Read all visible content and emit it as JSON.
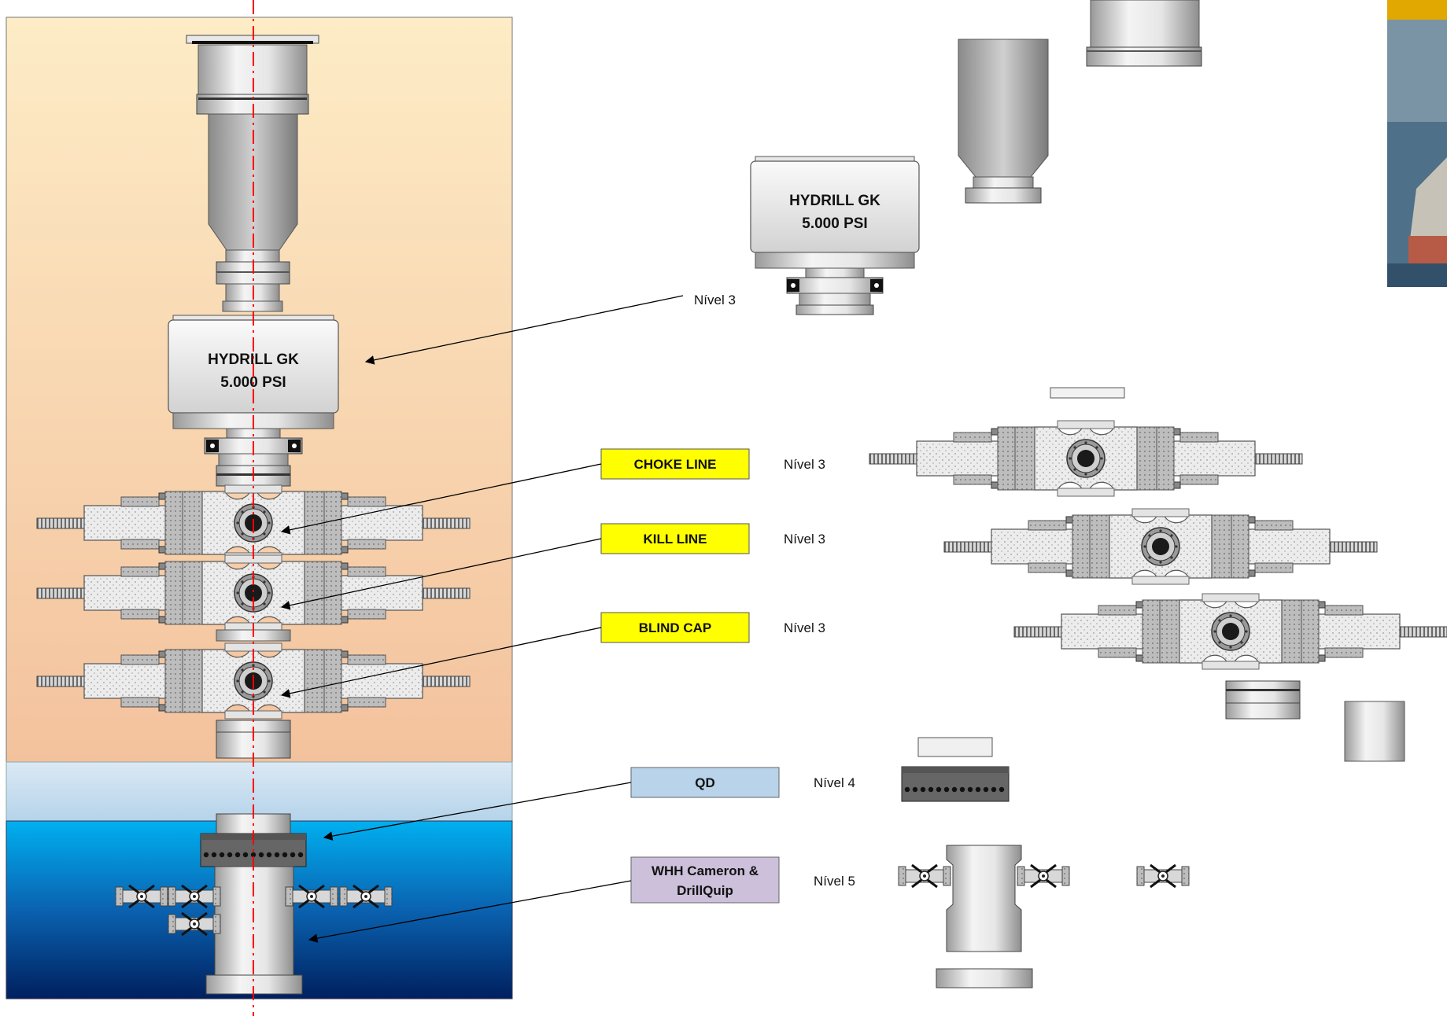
{
  "bop": {
    "annular_line1": "HYDRILL GK",
    "annular_line2": "5.000 PSI"
  },
  "callouts": {
    "choke_line": "CHOKE LINE",
    "kill_line": "KILL LINE",
    "blind_cap": "BLIND CAP",
    "qd": "QD",
    "whh_line1": "WHH Cameron &",
    "whh_line2": "DrillQuip"
  },
  "levels": {
    "annular": "Nível 3",
    "choke": "Nível 3",
    "kill": "Nível 3",
    "blind": "Nível 3",
    "qd": "Nível 4",
    "whh": "Nível 5"
  },
  "exploded": {
    "annular_line1": "HYDRILL GK",
    "annular_line2": "5.000 PSI"
  },
  "colors": {
    "stack_bg_top": "#fdebc4",
    "stack_bg_bottom": "#f4c4a0",
    "sky": "#c6dff0",
    "sea_top": "#00b0f0",
    "sea_bottom": "#002060",
    "yellow_callout": "#ffff00",
    "blue_callout": "#b8d3ea",
    "purple_callout": "#ccc0da",
    "centerline": "#ff0000"
  }
}
